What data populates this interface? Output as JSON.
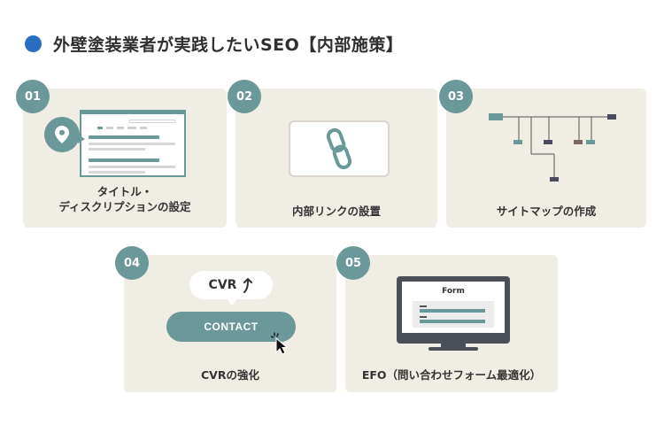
{
  "header": {
    "title": "外壁塗装業者が実践したいSEO【内部施策】"
  },
  "cards": [
    {
      "number": "01",
      "label_line1": "タイトル・",
      "label_line2": "ディスクリプションの設定",
      "icon": "map-pin-icon"
    },
    {
      "number": "02",
      "label": "内部リンクの設置",
      "icon": "link-icon"
    },
    {
      "number": "03",
      "label": "サイトマップの作成",
      "icon": "sitemap-icon"
    },
    {
      "number": "04",
      "label": "CVRの強化",
      "bubble": "CVR",
      "button": "CONTACT",
      "icon": "cursor-icon"
    },
    {
      "number": "05",
      "label": "EFO（問い合わせフォーム最適化）",
      "form_title": "Form",
      "icon": "monitor-icon"
    }
  ],
  "colors": {
    "accent": "#6b9898",
    "card_bg": "#f0ede5",
    "header_dot": "#2a6ec1",
    "dark": "#4a4f58"
  }
}
